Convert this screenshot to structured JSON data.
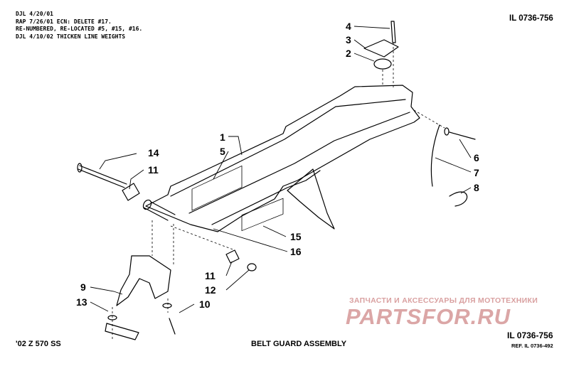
{
  "revisions": [
    "DJL 4/20/01",
    "RAP 7/26/01  ECN:  DELETE #17.",
    "RE-NUMBERED, RE-LOCATED #5, #15, #16.",
    "DJL 4/10/02 THICKEN LINE WEIGHTS"
  ],
  "illustration_number": "IL 0736-756",
  "illustration_number_bottom": "IL 0736-756",
  "reference": "REF. IL 0736-492",
  "model": "'02 Z 570 SS",
  "title": "BELT GUARD ASSEMBLY",
  "watermark": {
    "tagline": "ЗАПЧАСТИ И АКСЕССУАРЫ ДЛЯ МОТОТЕХНИКИ",
    "logo": "PARTSFOR.RU"
  },
  "callouts": {
    "c1": "1",
    "c2": "2",
    "c3": "3",
    "c4": "4",
    "c5": "5",
    "c6": "6",
    "c7": "7",
    "c8": "8",
    "c9": "9",
    "c10": "10",
    "c11a": "11",
    "c11b": "11",
    "c12": "12",
    "c13": "13",
    "c14": "14",
    "c15": "15",
    "c16": "16"
  }
}
